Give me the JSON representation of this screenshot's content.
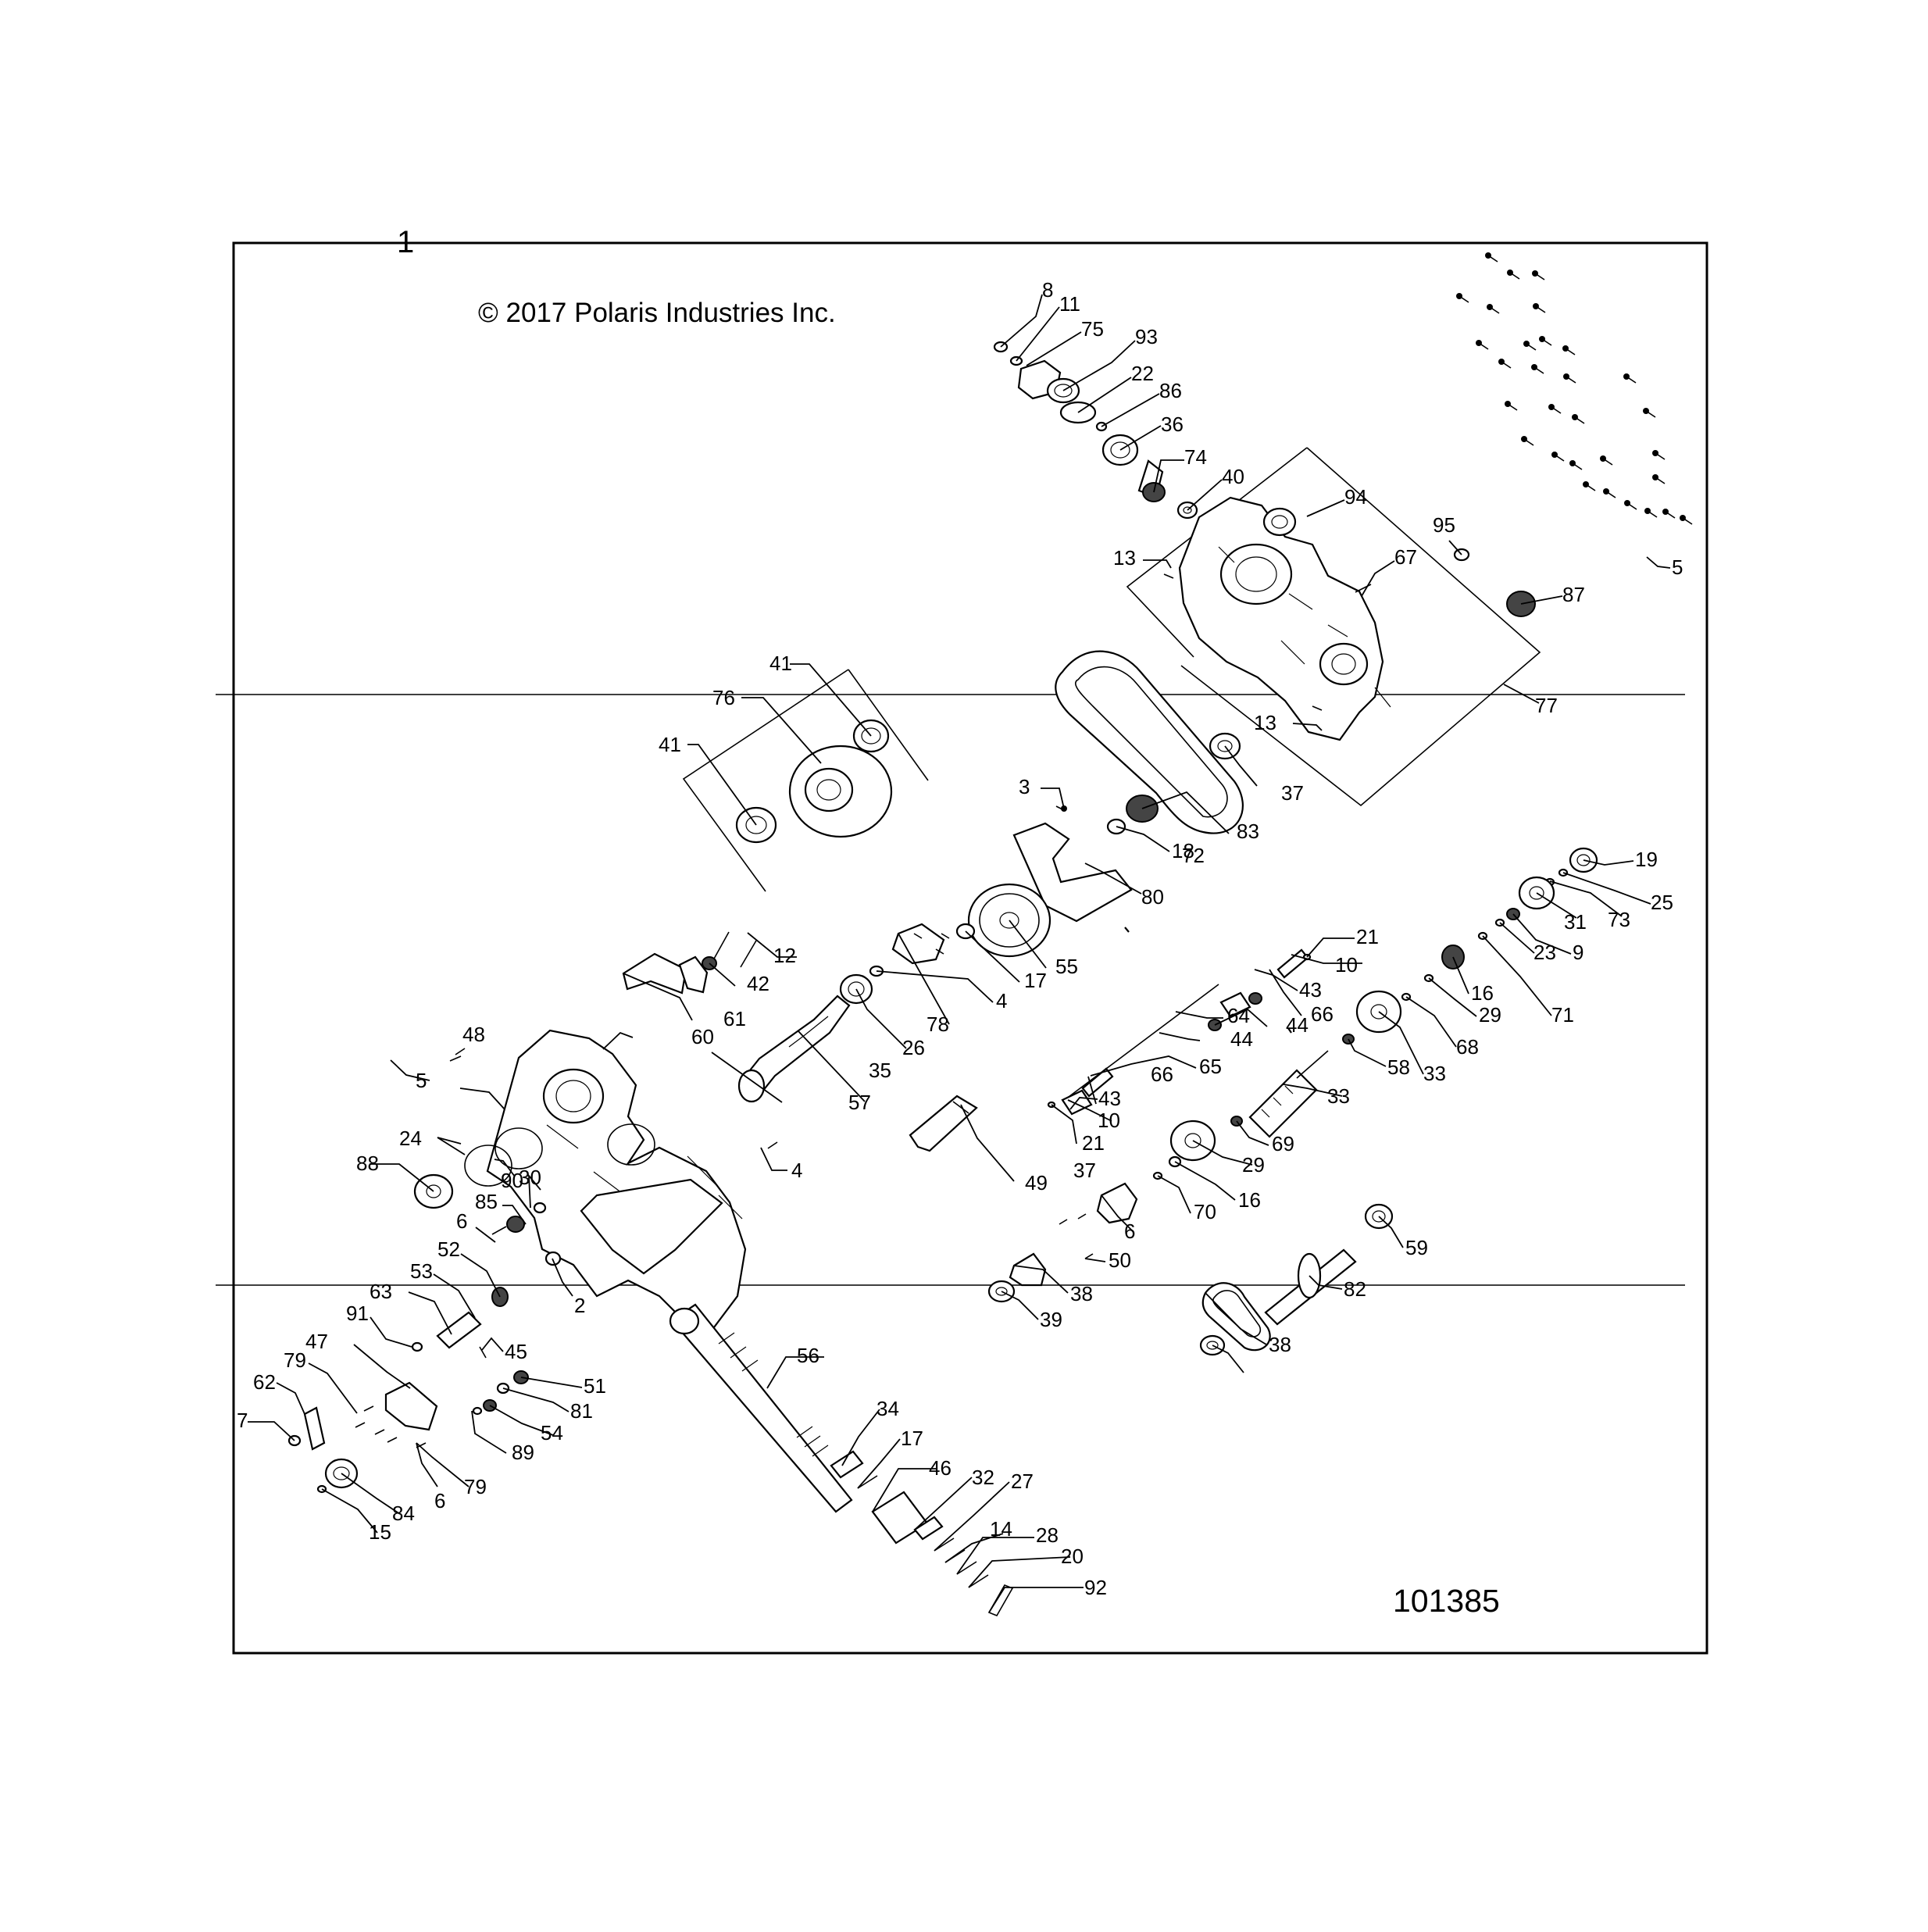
{
  "page": {
    "sheet_number": "1",
    "copyright": "© 2017 Polaris Industries Inc.",
    "illustration_number": "101385"
  },
  "colors": {
    "line": "#000000",
    "background": "#ffffff"
  },
  "callouts": [
    {
      "id": "c-1",
      "text": "8"
    },
    {
      "id": "c-2",
      "text": "11"
    },
    {
      "id": "c-3",
      "text": "75"
    },
    {
      "id": "c-4",
      "text": "93"
    },
    {
      "id": "c-5",
      "text": "22"
    },
    {
      "id": "c-6",
      "text": "86"
    },
    {
      "id": "c-7",
      "text": "36"
    },
    {
      "id": "c-8",
      "text": "74"
    },
    {
      "id": "c-9",
      "text": "40"
    },
    {
      "id": "c-10",
      "text": "94"
    },
    {
      "id": "c-11",
      "text": "13"
    },
    {
      "id": "c-12",
      "text": "67"
    },
    {
      "id": "c-13",
      "text": "95"
    },
    {
      "id": "c-14",
      "text": "5"
    },
    {
      "id": "c-15",
      "text": "87"
    },
    {
      "id": "c-16",
      "text": "77"
    },
    {
      "id": "c-17",
      "text": "13"
    },
    {
      "id": "c-18",
      "text": "37"
    },
    {
      "id": "c-19",
      "text": "83"
    },
    {
      "id": "c-20",
      "text": "72"
    },
    {
      "id": "c-21",
      "text": "18"
    },
    {
      "id": "c-22",
      "text": "3"
    },
    {
      "id": "c-23",
      "text": "80"
    },
    {
      "id": "c-24",
      "text": "41"
    },
    {
      "id": "c-25",
      "text": "76"
    },
    {
      "id": "c-26",
      "text": "41"
    },
    {
      "id": "c-27",
      "text": "55"
    },
    {
      "id": "c-28",
      "text": "17"
    },
    {
      "id": "c-29",
      "text": "4"
    },
    {
      "id": "c-30",
      "text": "78"
    },
    {
      "id": "c-31",
      "text": "26"
    },
    {
      "id": "c-32",
      "text": "35"
    },
    {
      "id": "c-33",
      "text": "57"
    },
    {
      "id": "c-34",
      "text": "12"
    },
    {
      "id": "c-35",
      "text": "42"
    },
    {
      "id": "c-36",
      "text": "61"
    },
    {
      "id": "c-37",
      "text": "60"
    },
    {
      "id": "c-38",
      "text": "48"
    },
    {
      "id": "c-39",
      "text": "5"
    },
    {
      "id": "c-40",
      "text": "24"
    },
    {
      "id": "c-41",
      "text": "30"
    },
    {
      "id": "c-42",
      "text": "88"
    },
    {
      "id": "c-43",
      "text": "90"
    },
    {
      "id": "c-44",
      "text": "85"
    },
    {
      "id": "c-45",
      "text": "6"
    },
    {
      "id": "c-46",
      "text": "4"
    },
    {
      "id": "c-47",
      "text": "2"
    },
    {
      "id": "c-48",
      "text": "52"
    },
    {
      "id": "c-49",
      "text": "53"
    },
    {
      "id": "c-50",
      "text": "63"
    },
    {
      "id": "c-51",
      "text": "91"
    },
    {
      "id": "c-52",
      "text": "45"
    },
    {
      "id": "c-53",
      "text": "47"
    },
    {
      "id": "c-54",
      "text": "79"
    },
    {
      "id": "c-55",
      "text": "62"
    },
    {
      "id": "c-56",
      "text": "7"
    },
    {
      "id": "c-57",
      "text": "51"
    },
    {
      "id": "c-58",
      "text": "81"
    },
    {
      "id": "c-59",
      "text": "54"
    },
    {
      "id": "c-60",
      "text": "89"
    },
    {
      "id": "c-61",
      "text": "6"
    },
    {
      "id": "c-62",
      "text": "79"
    },
    {
      "id": "c-63",
      "text": "84"
    },
    {
      "id": "c-64",
      "text": "15"
    },
    {
      "id": "c-65",
      "text": "56"
    },
    {
      "id": "c-66",
      "text": "34"
    },
    {
      "id": "c-67",
      "text": "17"
    },
    {
      "id": "c-68",
      "text": "46"
    },
    {
      "id": "c-69",
      "text": "32"
    },
    {
      "id": "c-70",
      "text": "27"
    },
    {
      "id": "c-71",
      "text": "14"
    },
    {
      "id": "c-72",
      "text": "28"
    },
    {
      "id": "c-73",
      "text": "20"
    },
    {
      "id": "c-74",
      "text": "92"
    },
    {
      "id": "c-75",
      "text": "49"
    },
    {
      "id": "c-76",
      "text": "21"
    },
    {
      "id": "c-77",
      "text": "10"
    },
    {
      "id": "c-78",
      "text": "43"
    },
    {
      "id": "c-79",
      "text": "66"
    },
    {
      "id": "c-80",
      "text": "44"
    },
    {
      "id": "c-81",
      "text": "64"
    },
    {
      "id": "c-82",
      "text": "44"
    },
    {
      "id": "c-83",
      "text": "65"
    },
    {
      "id": "c-84",
      "text": "66"
    },
    {
      "id": "c-85",
      "text": "43"
    },
    {
      "id": "c-86",
      "text": "10"
    },
    {
      "id": "c-87",
      "text": "21"
    },
    {
      "id": "c-88",
      "text": "37"
    },
    {
      "id": "c-89",
      "text": "19"
    },
    {
      "id": "c-90",
      "text": "25"
    },
    {
      "id": "c-91",
      "text": "73"
    },
    {
      "id": "c-92",
      "text": "31"
    },
    {
      "id": "c-93",
      "text": "9"
    },
    {
      "id": "c-94",
      "text": "23"
    },
    {
      "id": "c-95",
      "text": "71"
    },
    {
      "id": "c-96",
      "text": "16"
    },
    {
      "id": "c-97",
      "text": "29"
    },
    {
      "id": "c-98",
      "text": "68"
    },
    {
      "id": "c-99",
      "text": "33"
    },
    {
      "id": "c-100",
      "text": "58"
    },
    {
      "id": "c-101",
      "text": "33"
    },
    {
      "id": "c-102",
      "text": "69"
    },
    {
      "id": "c-103",
      "text": "29"
    },
    {
      "id": "c-104",
      "text": "16"
    },
    {
      "id": "c-105",
      "text": "70"
    },
    {
      "id": "c-106",
      "text": "6"
    },
    {
      "id": "c-107",
      "text": "50"
    },
    {
      "id": "c-108",
      "text": "38"
    },
    {
      "id": "c-109",
      "text": "39"
    },
    {
      "id": "c-110",
      "text": "59"
    },
    {
      "id": "c-111",
      "text": "82"
    },
    {
      "id": "c-112",
      "text": "38"
    }
  ]
}
